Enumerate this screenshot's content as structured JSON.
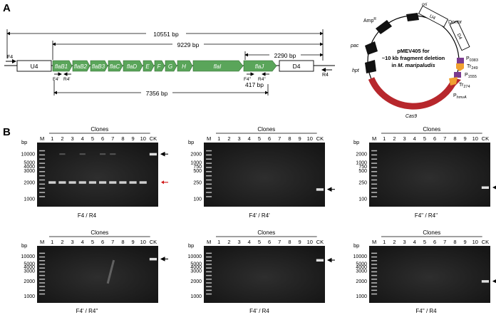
{
  "panel_labels": {
    "a": "A",
    "b": "B"
  },
  "map": {
    "total_span": "10551 bp",
    "mid_span": "9229 bp",
    "right_span": "2290 bp",
    "lower_span": "7356 bp",
    "small_span": "417 bp",
    "boxes": {
      "u4": "U4",
      "d4": "D4"
    },
    "genes": [
      "flaB1",
      "flaB2",
      "flaB3",
      "flaC",
      "flaD",
      "E",
      "F",
      "G",
      "H",
      "flaI",
      "flaJ"
    ],
    "primers": {
      "f4": "F4",
      "r4": "R4",
      "f4p": "F4'",
      "r4p": "R4'",
      "f4pp": "F4''",
      "r4pp": "R4''"
    }
  },
  "plasmid": {
    "name": "pMEV405 for",
    "desc1": "~10 kb fragment deletion",
    "desc2_prefix": "in ",
    "desc2_species": "M. maripaludis",
    "features": {
      "ori": "ori",
      "u4": "U4",
      "donor": "Donor",
      "d4": "D4",
      "amp": "Amp",
      "amp_sup": "R",
      "pac": "pac",
      "hpt": "hpt",
      "cas9": "Cas9",
      "p0383": "P",
      "p0383_sub": "0383",
      "tr249": "Tr",
      "tr249_sub": "249",
      "p1555": "P",
      "p1555_sub": "1555",
      "tr274": "Tr",
      "tr274_sub": "274",
      "phmva": "P",
      "phmva_sub": "hmvA"
    }
  },
  "gels": {
    "lanes": [
      "M",
      "1",
      "2",
      "3",
      "4",
      "5",
      "6",
      "7",
      "8",
      "9",
      "10",
      "CK"
    ],
    "clones_label": "Clones",
    "bp_label": "bp",
    "panels": [
      {
        "caption": "F4 / R4",
        "ladder": [
          "10000",
          "5000",
          "4000",
          "3000",
          "2000",
          "1000"
        ]
      },
      {
        "caption": "F4' / R4'",
        "ladder": [
          "2000",
          "1000",
          "750",
          "500",
          "250",
          "100"
        ]
      },
      {
        "caption": "F4'' / R4''",
        "ladder": [
          "2000",
          "1000",
          "750",
          "500",
          "250",
          "100"
        ]
      },
      {
        "caption": "F4' / R4''",
        "ladder": [
          "10000",
          "5000",
          "4000",
          "3000",
          "2000",
          "1000"
        ]
      },
      {
        "caption": "F4' / R4",
        "ladder": [
          "10000",
          "5000",
          "4000",
          "3000",
          "2000",
          "1000"
        ]
      },
      {
        "caption": "F4'' / R4",
        "ladder": [
          "10000",
          "5000",
          "4000",
          "3000",
          "2000",
          "1000"
        ]
      }
    ]
  },
  "colors": {
    "gene_green": "#5aa55a",
    "cas9_red": "#b7272c",
    "purple": "#7b3a8f",
    "orange": "#f0a030",
    "red_arrow": "#d01818"
  }
}
